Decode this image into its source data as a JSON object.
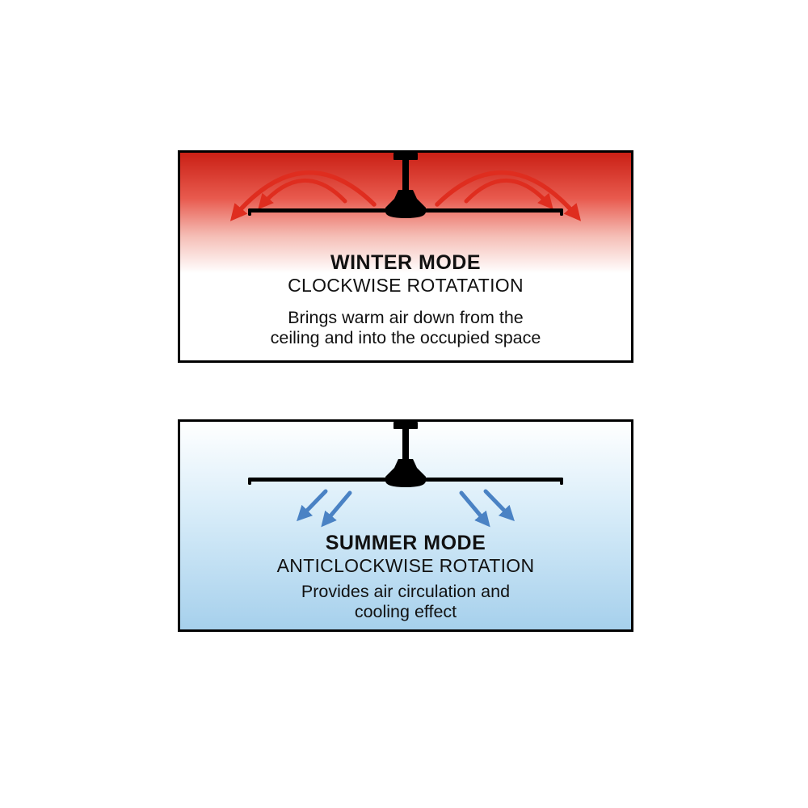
{
  "page": {
    "background": "#ffffff",
    "text_color": "#111111",
    "fan_color": "#000000",
    "fan_icon": "ceiling-fan-silhouette"
  },
  "panels": {
    "winter": {
      "title": "WINTER MODE",
      "subtitle": "CLOCKWISE ROTATATION",
      "description_line1": "Brings warm air down from the",
      "description_line2": "ceiling and into the occupied space",
      "arrow_color": "#df2d1f",
      "arrow_direction": "curling outward and down from blade tips",
      "gradient_top": "#ca2015",
      "gradient_mid": "#e85a4e",
      "gradient_bottom": "#ffffff"
    },
    "summer": {
      "title": "SUMMER MODE",
      "subtitle": "ANTICLOCKWISE ROTATION",
      "description_line1": "Provides air circulation and",
      "description_line2": "cooling effect",
      "arrow_color": "#4a82c4",
      "arrow_direction": "straight down-outward below blades",
      "gradient_top": "#ffffff",
      "gradient_mid": "#d9edf9",
      "gradient_bottom": "#a6d0ec"
    }
  }
}
